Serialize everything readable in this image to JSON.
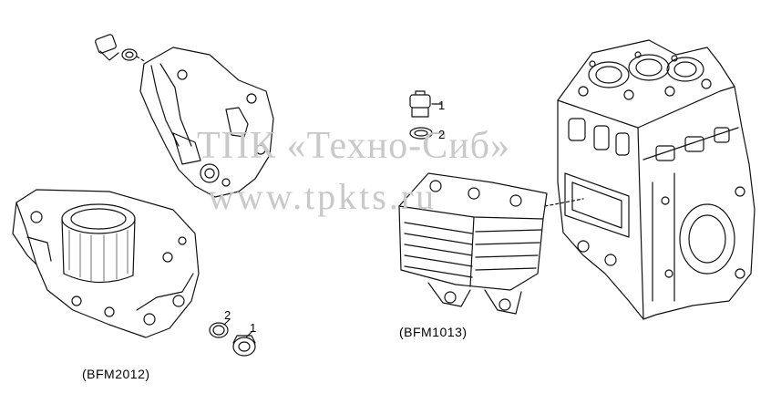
{
  "watermark": {
    "line1": "ТПК «Техно-Сиб»",
    "line2": "www.tpkts.ru"
  },
  "callouts": {
    "bfm1013_plug": "1",
    "bfm1013_seal": "2",
    "bfm2012_seal": "2",
    "bfm2012_plug": "1"
  },
  "captions": {
    "bfm1013": "(BFM1013)",
    "bfm2012": "(BFM2012)"
  }
}
